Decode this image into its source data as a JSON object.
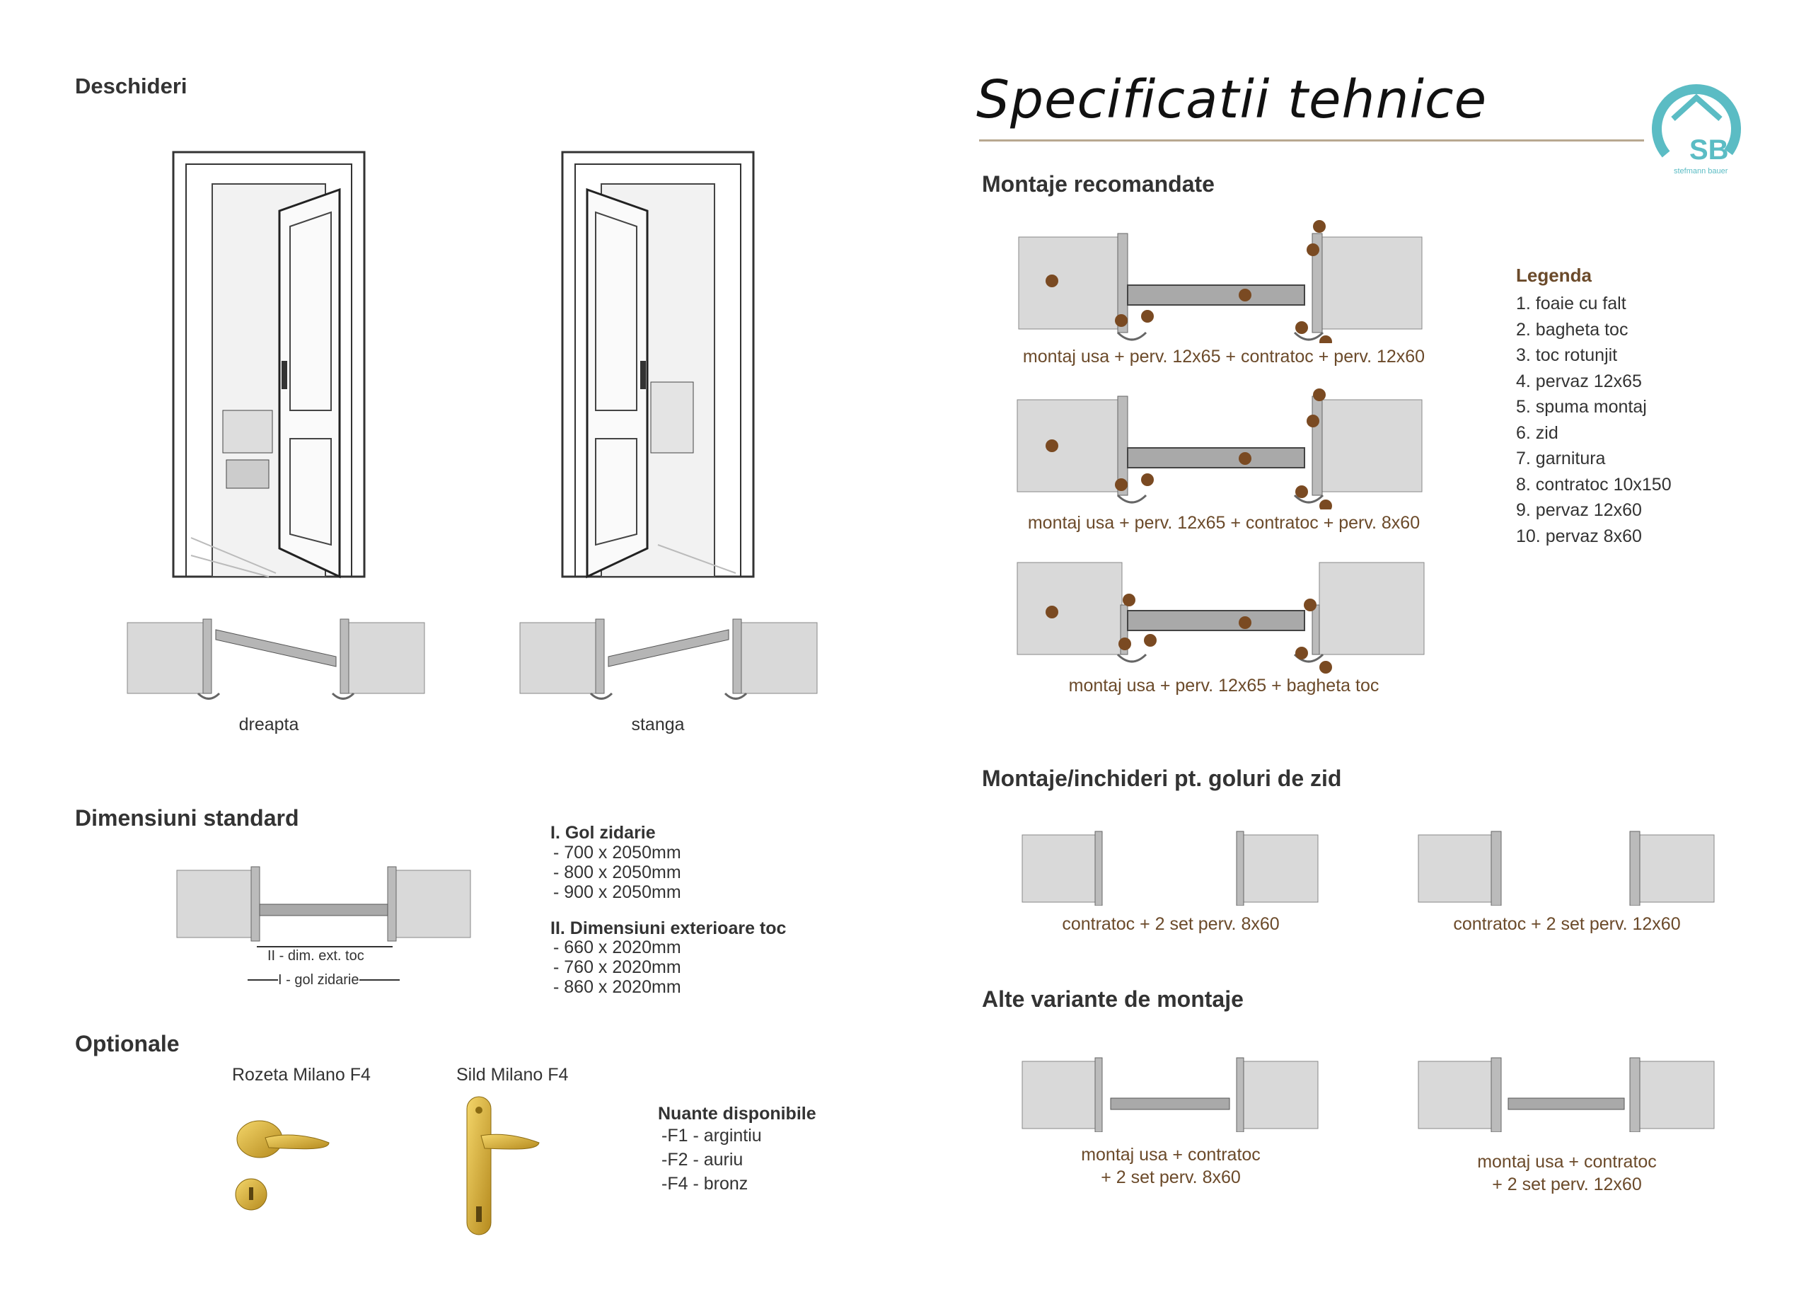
{
  "left": {
    "deschideri": {
      "title": "Deschideri",
      "label_right": "dreapta",
      "label_left": "stanga"
    },
    "dimensiuni": {
      "title": "Dimensiuni standard",
      "dim_ext_label": "II - dim. ext. toc",
      "gol_label": "I - gol zidarie",
      "section1_title": "I. Gol zidarie",
      "section1_items": [
        "- 700 x 2050mm",
        "- 800 x 2050mm",
        "- 900 x 2050mm"
      ],
      "section2_title": "II. Dimensiuni exterioare toc",
      "section2_items": [
        "- 660 x 2020mm",
        "- 760 x 2020mm",
        "- 860 x 2020mm"
      ]
    },
    "optionale": {
      "title": "Optionale",
      "product1": "Rozeta Milano F4",
      "product2": "Sild Milano F4",
      "nuante_title": "Nuante disponibile",
      "nuante_items": [
        "-F1 - argintiu",
        "-F2 - auriu",
        "-F4 - bronz"
      ]
    }
  },
  "right": {
    "main_title": "Specificatii tehnice",
    "logo": {
      "text": "SB",
      "subtext": "stefmann bauer",
      "color": "#5bbcc4"
    },
    "montaje": {
      "title": "Montaje recomandate",
      "captions": [
        "montaj usa + perv. 12x65 + contratoc + perv. 12x60",
        "montaj usa + perv. 12x65 + contratoc + perv. 8x60",
        "montaj usa + perv. 12x65 + bagheta toc"
      ]
    },
    "legenda": {
      "title": "Legenda",
      "items": [
        "1. foaie cu falt",
        "2. bagheta toc",
        "3. toc rotunjit",
        "4. pervaz 12x65",
        "5. spuma montaj",
        "6. zid",
        "7. garnitura",
        "8. contratoc 10x150",
        "9. pervaz 12x60",
        "10. pervaz 8x60"
      ]
    },
    "goluri": {
      "title": "Montaje/inchideri pt.  goluri de zid",
      "caption1": "contratoc + 2 set perv. 8x60",
      "caption2": "contratoc + 2 set perv. 12x60"
    },
    "alte": {
      "title": "Alte variante de montaje",
      "caption1_line1": "montaj usa + contratoc",
      "caption1_line2": "+ 2 set perv. 8x60",
      "caption2_line1": "montaj usa + contratoc",
      "caption2_line2": "+ 2 set perv. 12x60"
    }
  },
  "colors": {
    "accent_brown": "#6b4a2a",
    "marker_brown": "#7a4a22",
    "rule": "#b8a890",
    "logo_teal": "#5bbcc4"
  }
}
